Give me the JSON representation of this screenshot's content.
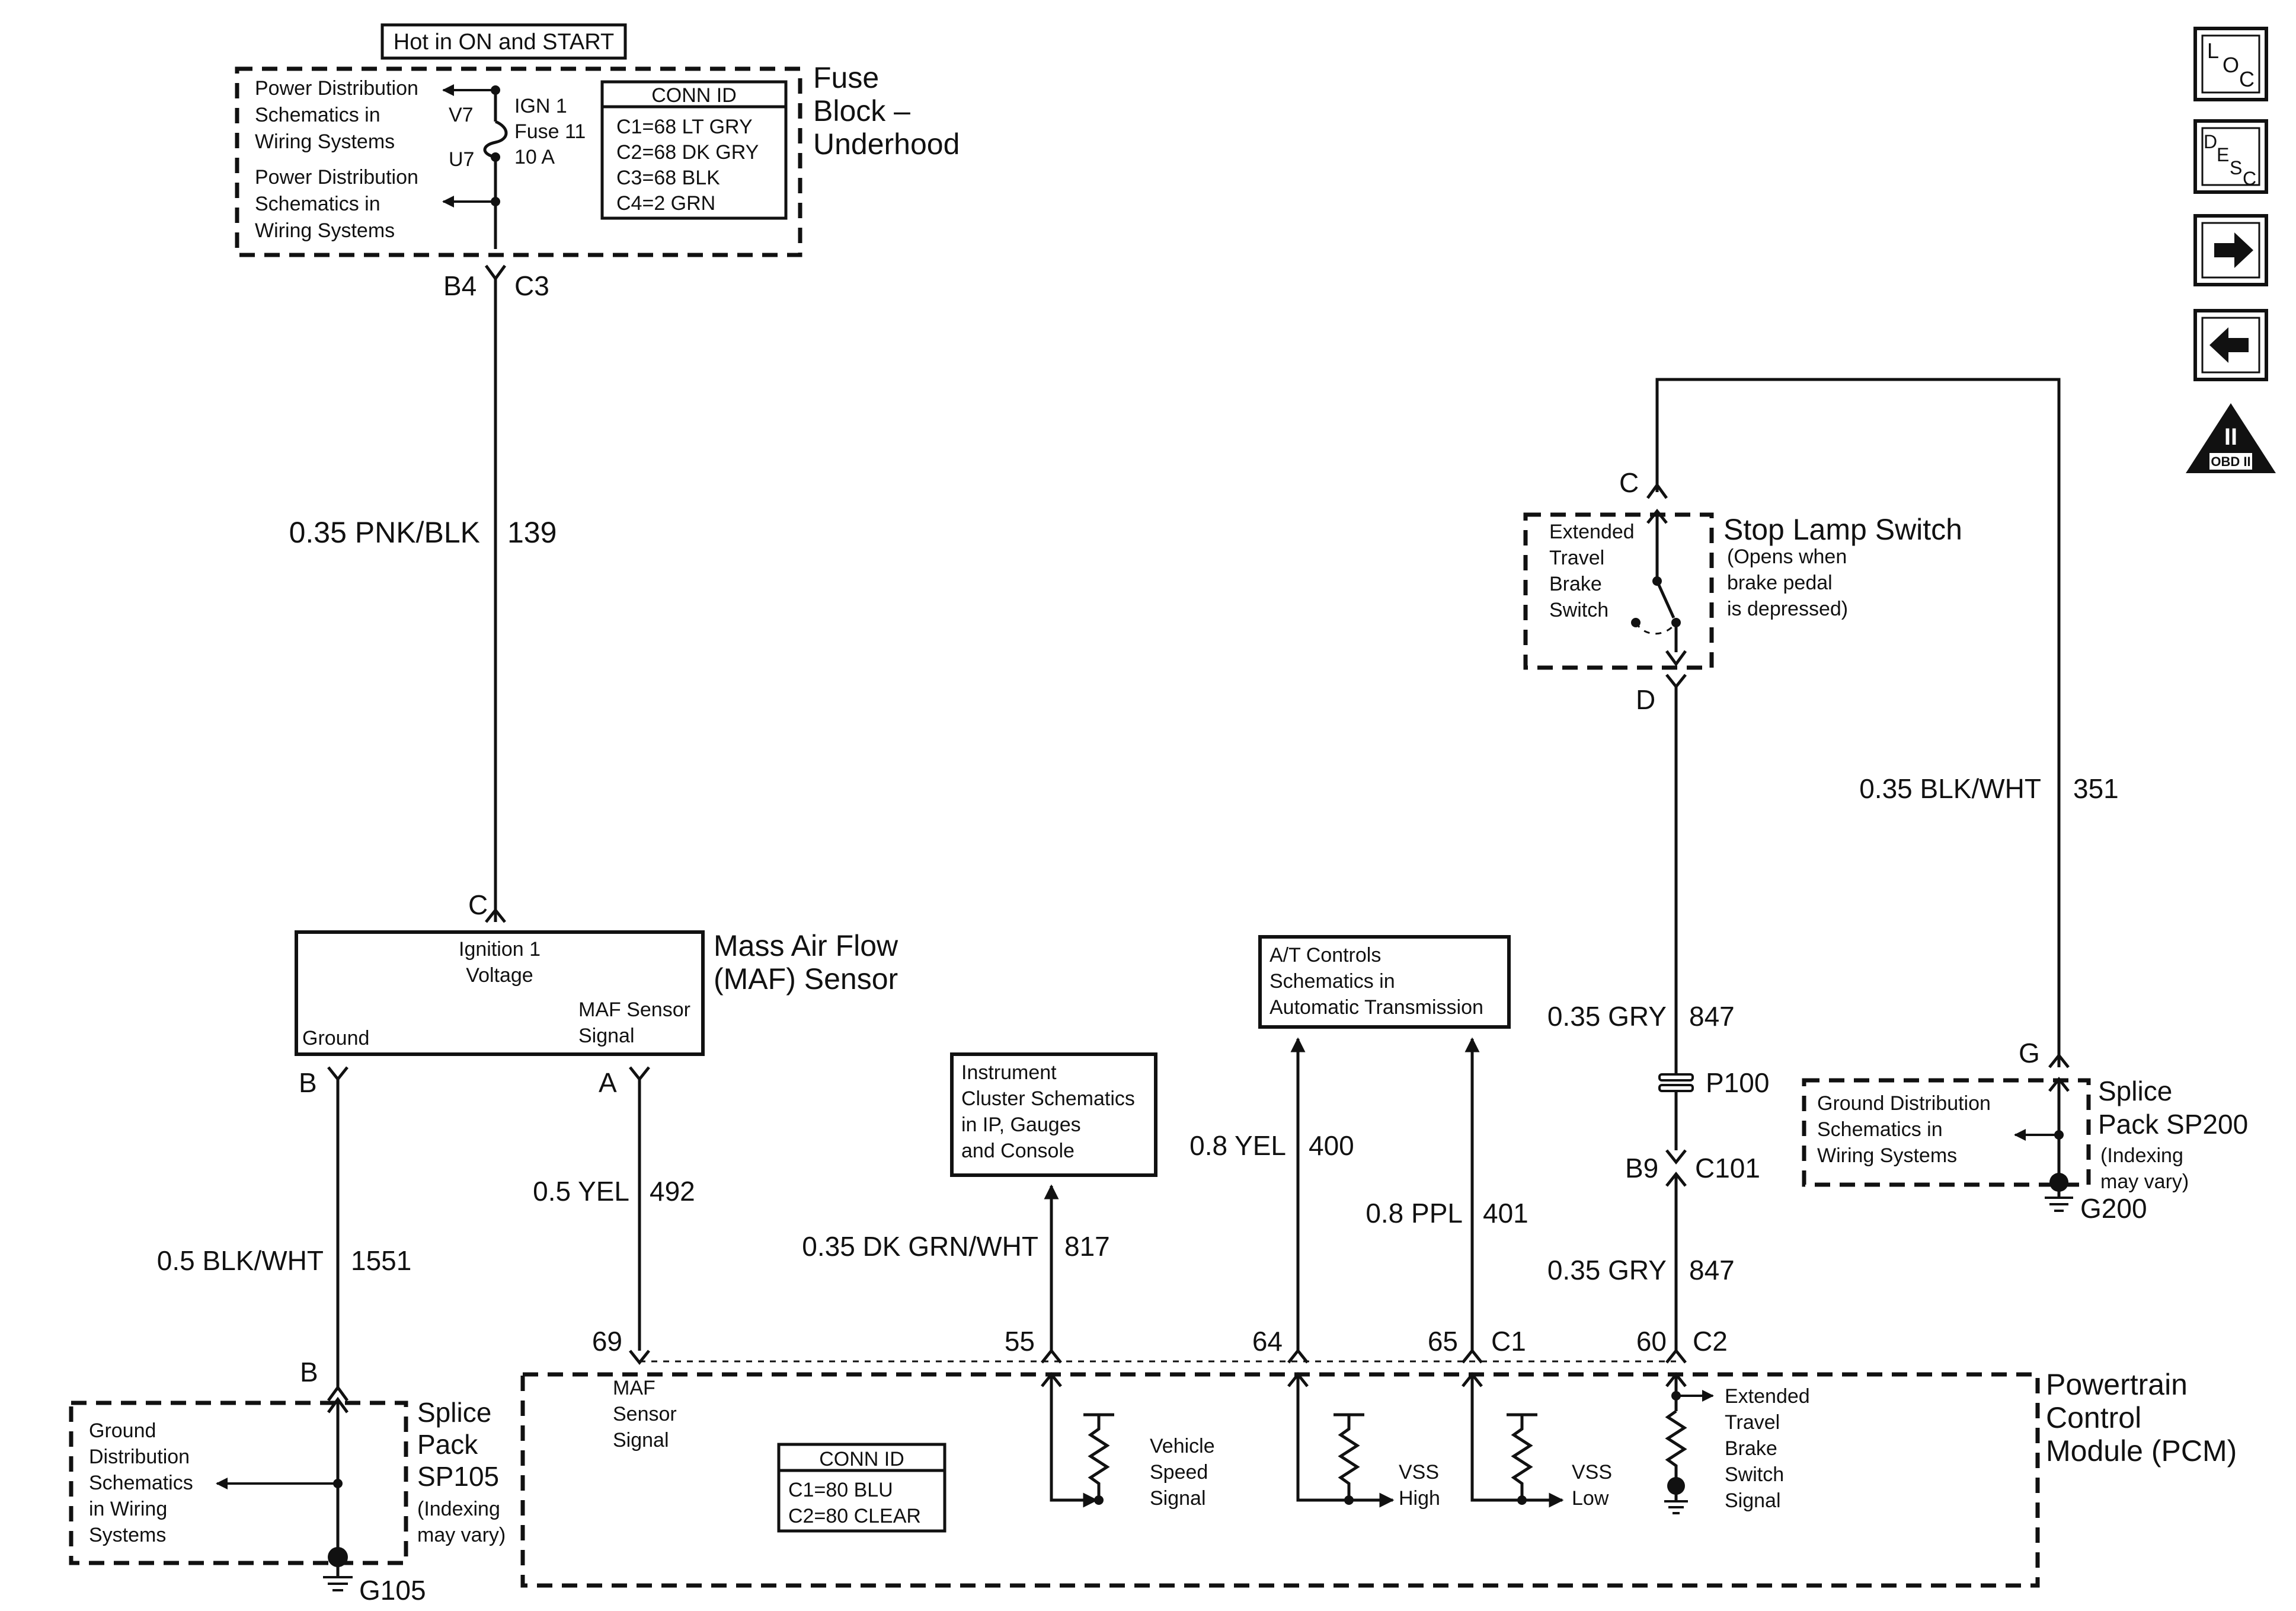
{
  "header": {
    "hot_in": "Hot in ON and START"
  },
  "fuse_block": {
    "title": [
      "Fuse",
      "Block –",
      "Underhood"
    ],
    "power_dist_1": [
      "Power Distribution",
      "Schematics in",
      "Wiring Systems"
    ],
    "power_dist_2": [
      "Power Distribution",
      "Schematics in",
      "Wiring Systems"
    ],
    "v7": "V7",
    "u7": "U7",
    "fuse": [
      "IGN 1",
      "Fuse 11",
      "10 A"
    ],
    "conn_id_title": "CONN ID",
    "conn_id": [
      "C1=68 LT GRY",
      "C2=68 DK GRY",
      "C3=68 BLK",
      "C4=2 GRN"
    ],
    "b4": "B4",
    "c3": "C3"
  },
  "wire_139": {
    "color": "0.35 PNK/BLK",
    "circuit": "139"
  },
  "maf": {
    "title": [
      "Mass Air Flow",
      "(MAF) Sensor"
    ],
    "pin_c": "C",
    "ign_label": [
      "Ignition 1",
      "Voltage"
    ],
    "ground_label": "Ground",
    "signal_label": [
      "MAF Sensor",
      "Signal"
    ],
    "pin_b": "B",
    "pin_a": "A"
  },
  "wire_1551": {
    "color": "0.5 BLK/WHT",
    "circuit": "1551"
  },
  "wire_492": {
    "color": "0.5 YEL",
    "circuit": "492"
  },
  "sp105": {
    "pin_b": "B",
    "title": [
      "Splice",
      "Pack",
      "SP105"
    ],
    "note": [
      "(Indexing",
      "may vary)"
    ],
    "ground_dist": [
      "Ground",
      "Distribution",
      "Schematics",
      "in Wiring",
      "Systems"
    ],
    "ground": "G105"
  },
  "instrument_box": [
    "Instrument",
    "Cluster Schematics",
    "in IP, Gauges",
    "and Console"
  ],
  "wire_817": {
    "color": "0.35 DK GRN/WHT",
    "circuit": "817"
  },
  "at_box": [
    "A/T Controls",
    "Schematics in",
    "Automatic Transmission"
  ],
  "wire_400": {
    "color": "0.8 YEL",
    "circuit": "400"
  },
  "wire_401": {
    "color": "0.8 PPL",
    "circuit": "401"
  },
  "stop_lamp": {
    "pin_c": "C",
    "pin_d": "D",
    "inner": [
      "Extended",
      "Travel",
      "Brake",
      "Switch"
    ],
    "title": "Stop Lamp Switch",
    "note": [
      "(Opens when",
      "brake pedal",
      "is depressed)"
    ]
  },
  "wire_351": {
    "color": "0.35 BLK/WHT",
    "circuit": "351"
  },
  "wire_847_upper": {
    "color": "0.35 GRY",
    "circuit": "847"
  },
  "p100": "P100",
  "c101": {
    "b9": "B9",
    "c101": "C101"
  },
  "wire_847_lower": {
    "color": "0.35 GRY",
    "circuit": "847"
  },
  "sp200": {
    "pin_g": "G",
    "title": [
      "Splice",
      "Pack SP200"
    ],
    "note": [
      "(Indexing",
      "may vary)"
    ],
    "ground_dist": [
      "Ground Distribution",
      "Schematics in",
      "Wiring Systems"
    ],
    "ground": "G200"
  },
  "pcm": {
    "title": [
      "Powertrain",
      "Control",
      "Module (PCM)"
    ],
    "pins": {
      "p69": "69",
      "p55": "55",
      "p64": "64",
      "p65": "65",
      "c1": "C1",
      "p60": "60",
      "c2": "C2"
    },
    "maf_signal": [
      "MAF",
      "Sensor",
      "Signal"
    ],
    "vss_signal": [
      "Vehicle",
      "Speed",
      "Signal"
    ],
    "vss_high": [
      "VSS",
      "High"
    ],
    "vss_low": [
      "VSS",
      "Low"
    ],
    "brake_signal": [
      "Extended",
      "Travel",
      "Brake",
      "Switch",
      "Signal"
    ],
    "conn_id_title": "CONN ID",
    "conn_id": [
      "C1=80 BLU",
      "C2=80 CLEAR"
    ]
  },
  "sidebar": {
    "loc": [
      "L",
      "O",
      "C"
    ],
    "desc": [
      "D",
      "E",
      "S",
      "C"
    ],
    "next": "right-arrow-icon",
    "prev": "left-arrow-icon",
    "obd": [
      "II",
      "OBD II"
    ]
  }
}
